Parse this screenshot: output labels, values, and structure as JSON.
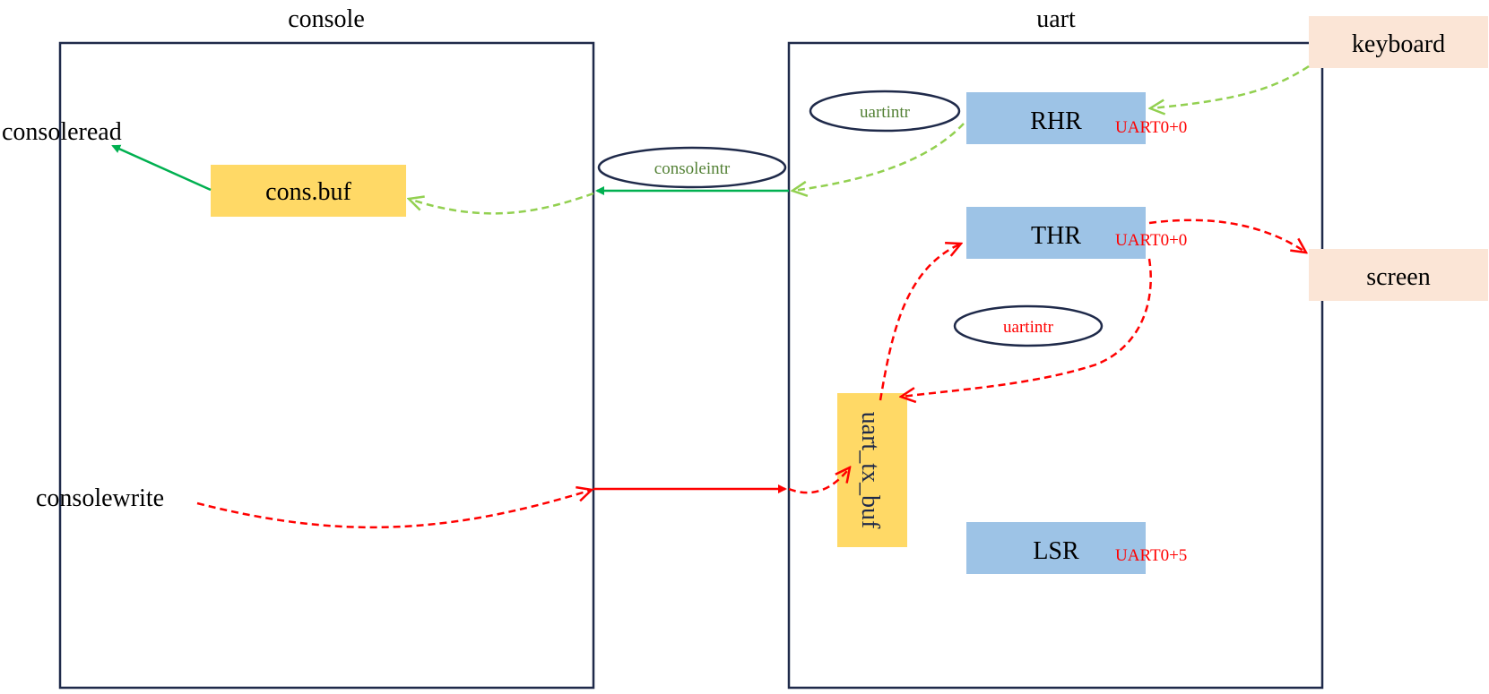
{
  "titles": {
    "console": "console",
    "uart": "uart"
  },
  "labels": {
    "consoleread": "consoleread",
    "consolewrite": "consolewrite",
    "cons_buf": "cons.buf",
    "consoleintr": "consoleintr",
    "uartintr_top": "uartintr",
    "uartintr_mid": "uartintr",
    "rhr": "RHR",
    "thr": "THR",
    "lsr": "LSR",
    "rhr_addr": "UART0+0",
    "thr_addr": "UART0+0",
    "lsr_addr": "UART0+5",
    "uart_tx_buf": "uart_tx_buf",
    "keyboard": "keyboard",
    "screen": "screen"
  },
  "colors": {
    "frame": "#1f2a4a",
    "register": "#9dc3e6",
    "buffer": "#ffd966",
    "device": "#fbe5d6",
    "green_solid": "#00b050",
    "green_dashed": "#92d050",
    "green_text": "#538135",
    "red": "#ff0000"
  }
}
